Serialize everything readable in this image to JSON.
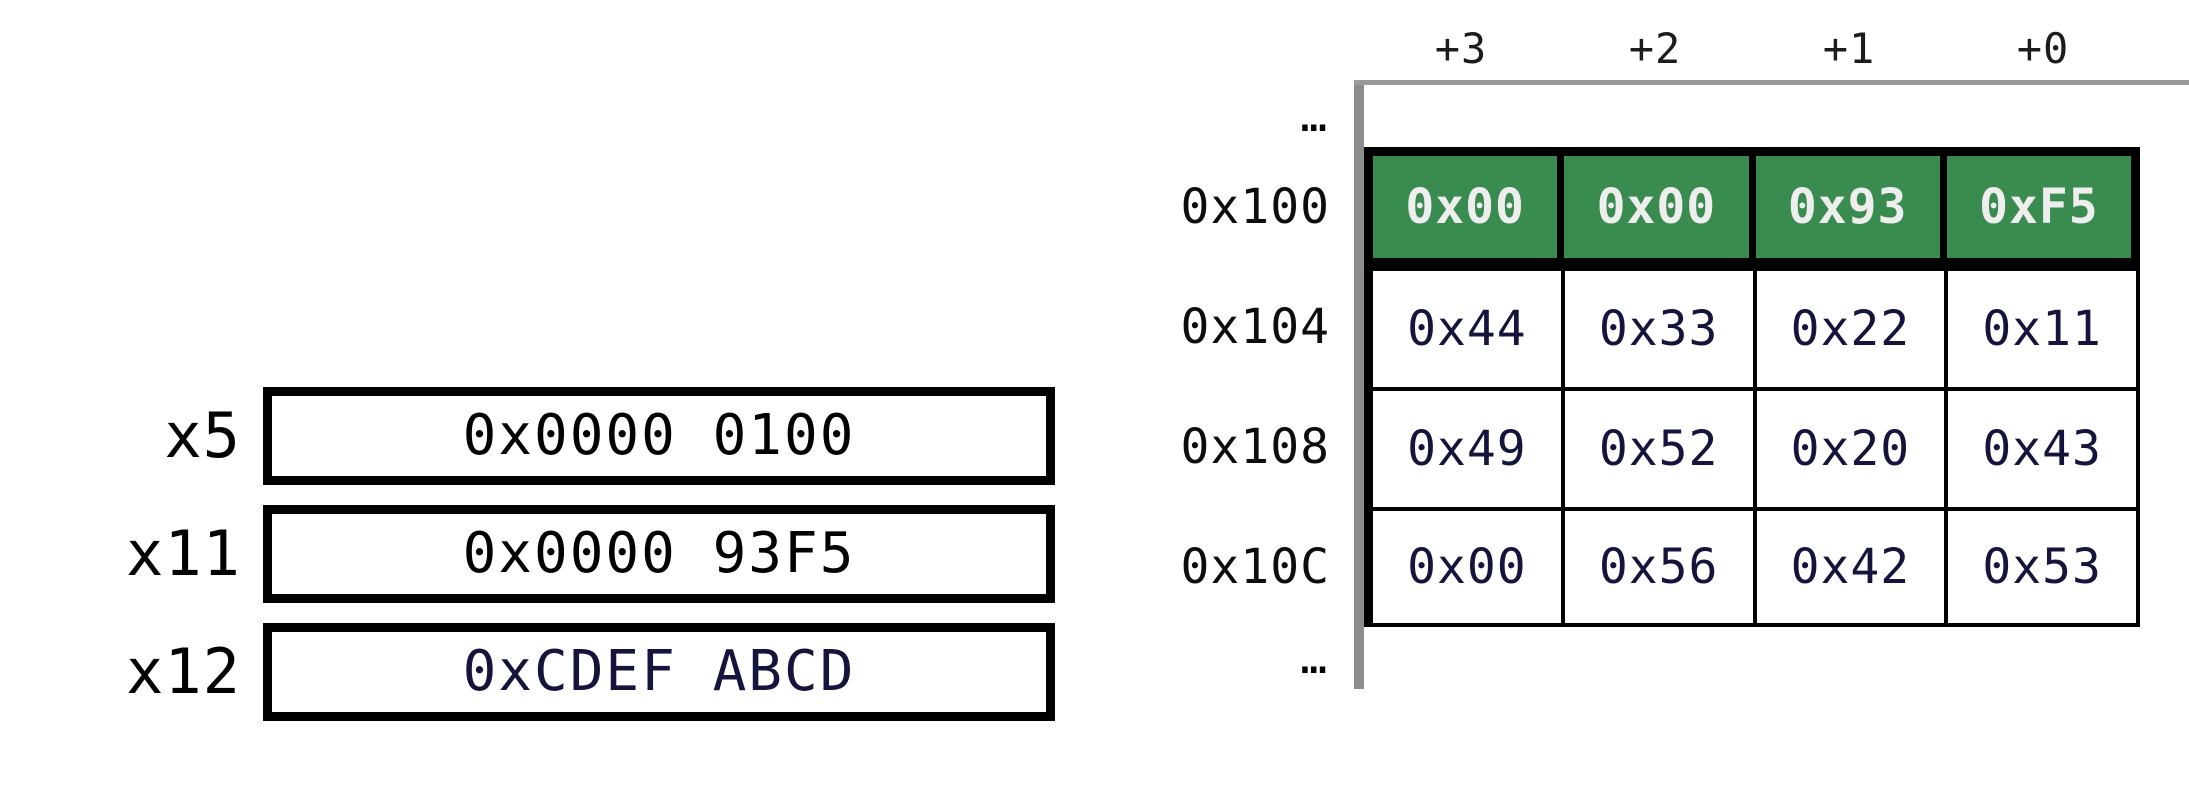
{
  "registers": {
    "rows": [
      {
        "name": "x5",
        "value": "0x0000 0100",
        "color": "black"
      },
      {
        "name": "x11",
        "value": "0x0000 93F5",
        "color": "black"
      },
      {
        "name": "x12",
        "value": "0xCDEF ABCD",
        "color": "navy"
      }
    ]
  },
  "memory": {
    "byte_offsets": [
      "+3",
      "+2",
      "+1",
      "+0"
    ],
    "ellipsis_top": "…",
    "ellipsis_bottom": "…",
    "rows": [
      {
        "address": "0x100",
        "highlighted": true,
        "bytes": [
          "0x00",
          "0x00",
          "0x93",
          "0xF5"
        ]
      },
      {
        "address": "0x104",
        "highlighted": false,
        "bytes": [
          "0x44",
          "0x33",
          "0x22",
          "0x11"
        ]
      },
      {
        "address": "0x108",
        "highlighted": false,
        "bytes": [
          "0x49",
          "0x52",
          "0x20",
          "0x43"
        ]
      },
      {
        "address": "0x10C",
        "highlighted": false,
        "bytes": [
          "0x00",
          "0x56",
          "0x42",
          "0x53"
        ]
      }
    ]
  },
  "colors": {
    "highlight_green": "#3a8b4f",
    "highlight_text": "#eeeeee",
    "value_navy": "#14143c",
    "border_black": "#000000",
    "rail_gray": "#8c8c8c",
    "topline_gray": "#9a9a9a"
  }
}
